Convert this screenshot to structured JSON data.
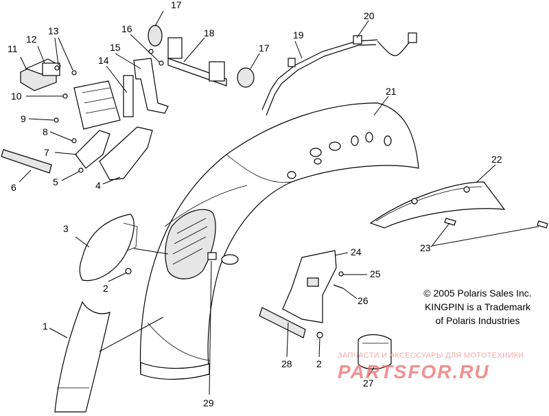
{
  "callouts": {
    "c1": "1",
    "c2a": "2",
    "c2b": "2",
    "c3": "3",
    "c4": "4",
    "c5": "5",
    "c6": "6",
    "c7": "7",
    "c8": "8",
    "c9": "9",
    "c10": "10",
    "c11": "11",
    "c12": "12",
    "c13": "13",
    "c14": "14",
    "c15": "15",
    "c16": "16",
    "c17a": "17",
    "c17b": "17",
    "c18": "18",
    "c19": "19",
    "c20": "20",
    "c21": "21",
    "c22": "22",
    "c23": "23",
    "c24": "24",
    "c25": "25",
    "c26": "26",
    "c27": "27",
    "c28": "28",
    "c29": "29"
  },
  "copyright": {
    "line1": "© 2005 Polaris Sales Inc.",
    "line2": "KINGPIN is a Trademark",
    "line3": "of Polaris Industries"
  },
  "watermark": {
    "tagline": "ЗАПЧАСТИ И АКСЕССУАРЫ ДЛЯ МОТОТЕХНИКИ",
    "logo": "PARTSFOR.RU"
  },
  "colors": {
    "line": "#000000",
    "background": "#ffffff",
    "watermark": "#ee6b6b"
  }
}
